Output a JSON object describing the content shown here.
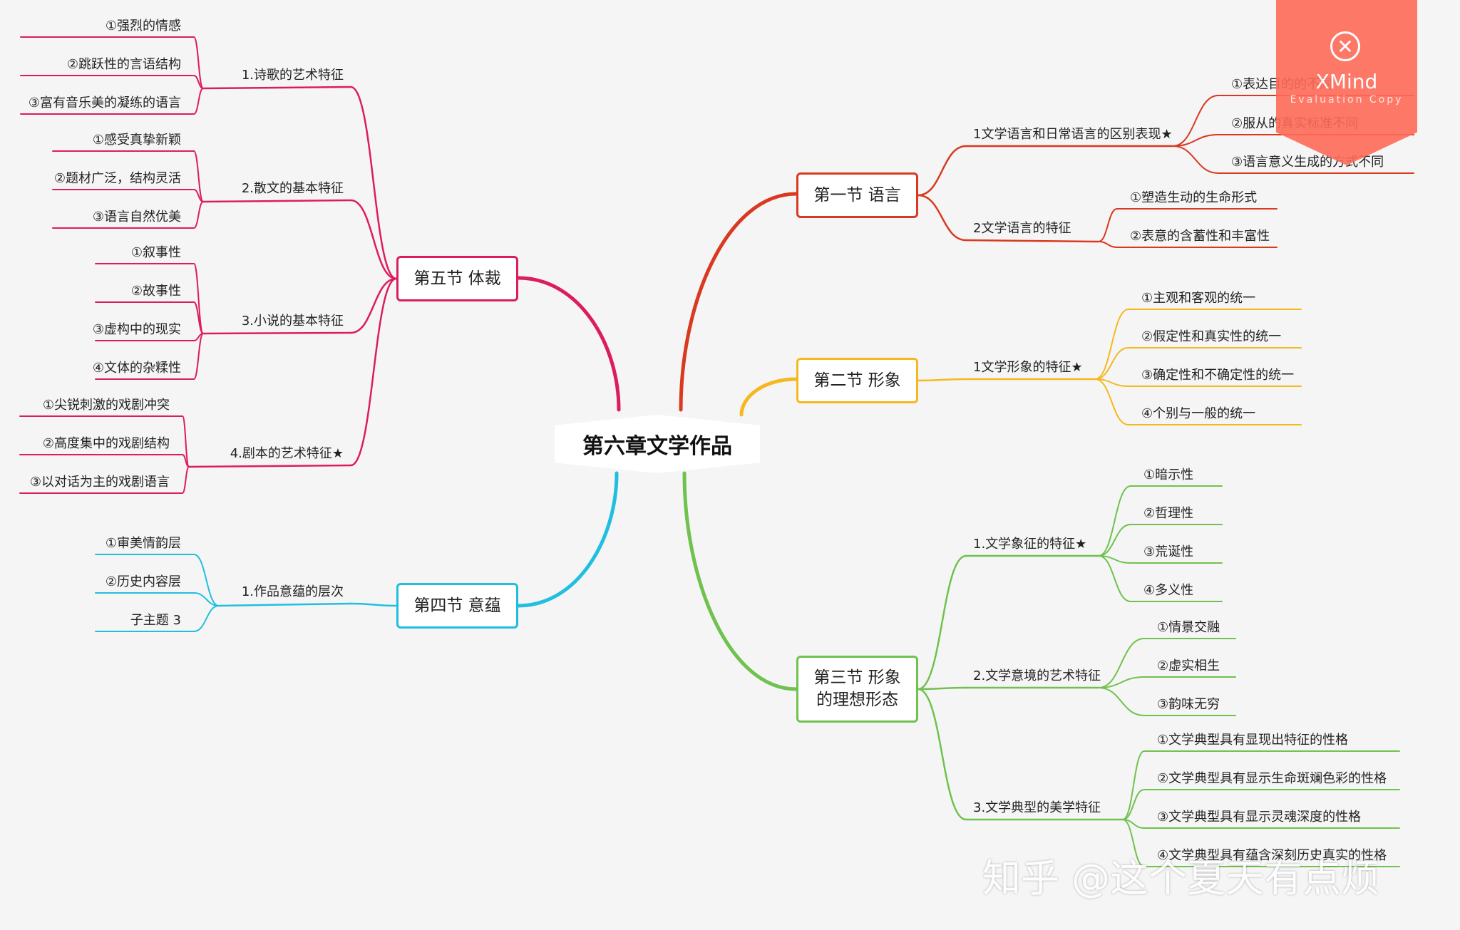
{
  "central": {
    "label": "第六章文学作品"
  },
  "colors": {
    "sec1": "#d9391f",
    "sec2": "#f6b81f",
    "sec3": "#6fc24d",
    "sec4": "#20bfdf",
    "sec5": "#dc1d5d"
  },
  "sections": [
    {
      "label": "第一节 语言",
      "children": [
        {
          "label": "1文学语言和日常语言的区别表现★",
          "children": [
            "①表达目的的不同",
            "②服从的真实标准不同",
            "③语言意义生成的方式不同"
          ]
        },
        {
          "label": "2文学语言的特征",
          "children": [
            "①塑造生动的生命形式",
            "②表意的含蓄性和丰富性"
          ]
        }
      ]
    },
    {
      "label": "第二节 形象",
      "children": [
        {
          "label": "1文学形象的特征★",
          "children": [
            "①主观和客观的统一",
            "②假定性和真实性的统一",
            "③确定性和不确定性的统一",
            "④个别与一般的统一"
          ]
        }
      ]
    },
    {
      "label": "第三节 形象\n的理想形态",
      "children": [
        {
          "label": "1.文学象征的特征★",
          "children": [
            "①暗示性",
            "②哲理性",
            "③荒诞性",
            "④多义性"
          ]
        },
        {
          "label": "2.文学意境的艺术特征",
          "children": [
            "①情景交融",
            "②虚实相生",
            "③韵味无穷"
          ]
        },
        {
          "label": "3.文学典型的美学特征",
          "children": [
            "①文学典型具有显现出特征的性格",
            "②文学典型具有显示生命斑斓色彩的性格",
            "③文学典型具有显示灵魂深度的性格",
            "④文学典型具有蕴含深刻历史真实的性格"
          ]
        }
      ]
    },
    {
      "label": "第四节 意蕴",
      "children": [
        {
          "label": "1.作品意蕴的层次",
          "children": [
            "①审美情韵层",
            "②历史内容层",
            "子主题 3"
          ]
        }
      ]
    },
    {
      "label": "第五节 体裁",
      "children": [
        {
          "label": "1.诗歌的艺术特征",
          "children": [
            "①强烈的情感",
            "②跳跃性的言语结构",
            "③富有音乐美的凝练的语言"
          ]
        },
        {
          "label": "2.散文的基本特征",
          "children": [
            "①感受真挚新颖",
            "②题材广泛，结构灵活",
            "③语言自然优美"
          ]
        },
        {
          "label": "3.小说的基本特征",
          "children": [
            "①叙事性",
            "②故事性",
            "③虚构中的现实",
            "④文体的杂糅性"
          ]
        },
        {
          "label": "4.剧本的艺术特征★",
          "children": [
            "①尖锐刺激的戏剧冲突",
            "②高度集中的戏剧结构",
            "③以对话为主的戏剧语言"
          ]
        }
      ]
    }
  ],
  "watermarks": {
    "xmind_brand": "XMind",
    "xmind_sub": "Evaluation Copy",
    "xmind_icon": "close-x-icon",
    "zhihu": "知乎 @这个夏天有点烦"
  }
}
